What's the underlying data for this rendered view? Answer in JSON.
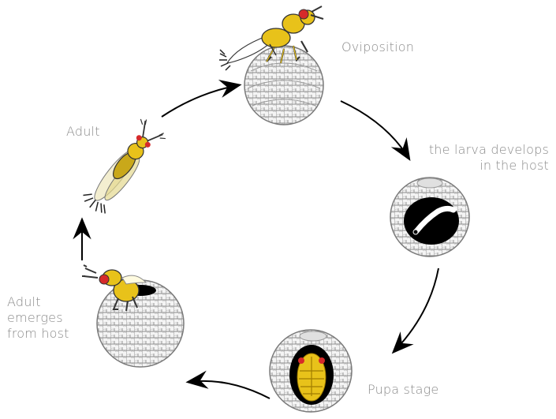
{
  "labels": {
    "oviposition": "Oviposition",
    "larva": [
      "the larva develops",
      "in the host"
    ],
    "pupa": "Pupa stage",
    "emerges": [
      "Adult",
      "emerges",
      "from host"
    ],
    "adult": "Adult"
  },
  "colors": {
    "body": "#e8c21a",
    "body_dark": "#a07d00",
    "eye": "#d62a2a",
    "egg_line": "#8c8c8c",
    "egg_fill": "#f2f2f2",
    "cavity": "#000000",
    "arrow": "#000000",
    "text": "#8a8a8a"
  }
}
